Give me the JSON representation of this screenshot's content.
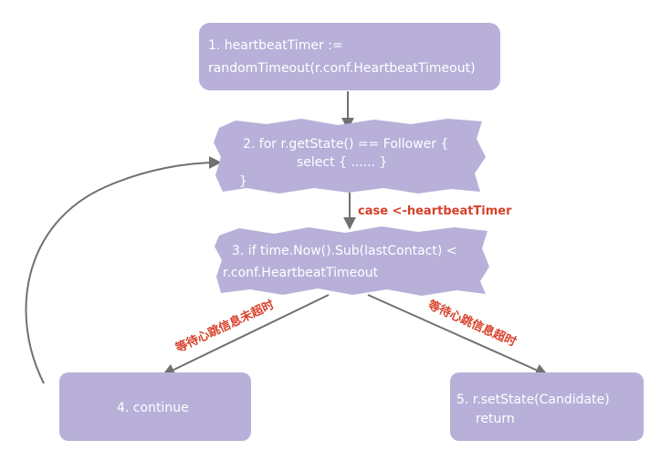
{
  "diagram": {
    "colors": {
      "node_fill": "#b8b0d9",
      "node_text": "#ffffff",
      "edge": "#707070",
      "edge_label": "#d8402a"
    },
    "nodes": {
      "n1": {
        "line1": "1. heartbeatTimer :=",
        "line2": "randomTimeout(r.conf.HeartbeatTimeout)"
      },
      "n2": {
        "line1": "2. for r.getState() == Follower {",
        "line2": "select { ...... }",
        "line3": "}"
      },
      "n3": {
        "line1": "3. if time.Now().Sub(lastContact) <",
        "line2": "r.conf.HeartbeatTimeout"
      },
      "n4": {
        "line1": "4. continue"
      },
      "n5": {
        "line1": "5. r.setState(Candidate)",
        "line2": "return"
      }
    },
    "edges": {
      "e23": "case <-heartbeatTimer",
      "e34": "等待心跳信息未超时",
      "e35": "等待心跳信息超时"
    }
  }
}
